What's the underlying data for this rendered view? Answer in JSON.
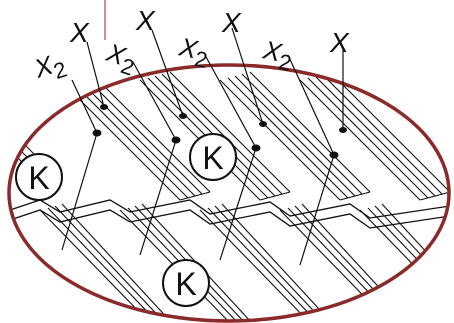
{
  "diagram": {
    "callouts_top": [
      {
        "id": "x2-1",
        "label": "X2"
      },
      {
        "id": "x-1",
        "label": "X"
      },
      {
        "id": "x2-2",
        "label": "X2"
      },
      {
        "id": "x-2",
        "label": "X"
      },
      {
        "id": "x2-3",
        "label": "X2"
      },
      {
        "id": "x-3",
        "label": "X"
      },
      {
        "id": "x2-4",
        "label": "X2"
      },
      {
        "id": "x-4",
        "label": "X"
      }
    ],
    "markers": [
      {
        "id": "k-left",
        "label": "K"
      },
      {
        "id": "k-center",
        "label": "K"
      },
      {
        "id": "k-bottom",
        "label": "K"
      }
    ],
    "colors": {
      "ellipse_border": "#8B2A2A",
      "ink": "#111111",
      "background": "#ffffff"
    }
  }
}
